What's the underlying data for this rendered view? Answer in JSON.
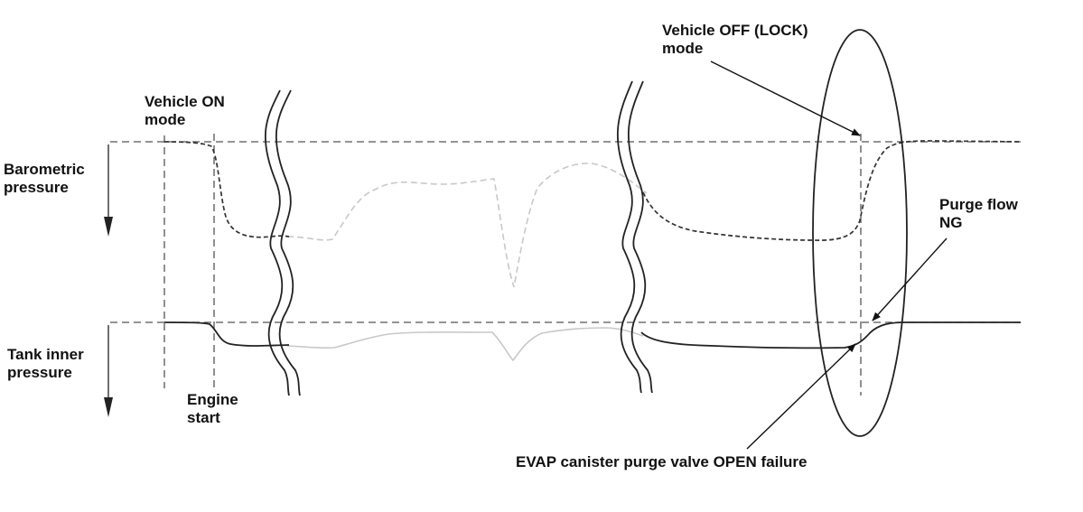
{
  "labels": {
    "vehicle_on": "Vehicle ON\nmode",
    "vehicle_off": "Vehicle OFF (LOCK)\nmode",
    "barometric": "Barometric\npressure",
    "tank_inner": "Tank inner\npressure",
    "engine_start": "Engine\nstart",
    "purge_flow": "Purge flow\nNG",
    "failure": "EVAP canister purge valve OPEN failure"
  },
  "colors": {
    "line": "#222222",
    "dashed_ref": "#555555",
    "faded_curve": "#c8c8c8",
    "barometric_curve": "#333333"
  }
}
